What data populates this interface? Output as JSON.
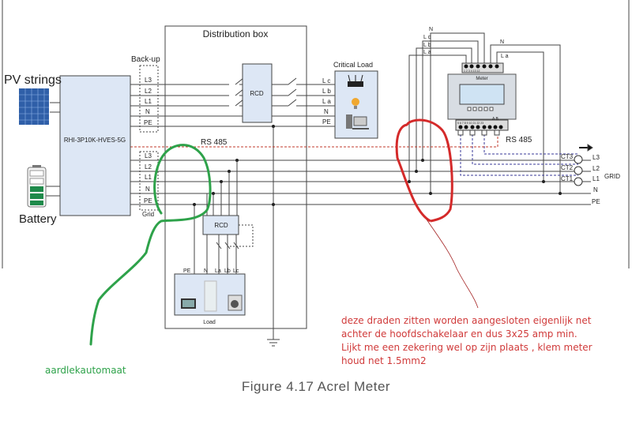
{
  "labels": {
    "pv_strings": "PV strings",
    "battery": "Battery",
    "inverter_model": "RHI-3P10K-HVES-5G",
    "distribution_box": "Distribution box",
    "backup": "Back-up",
    "grid_port": "Grid",
    "rcd": "RCD",
    "load_rcd": "RCD",
    "critical_load": "Critical Load",
    "load": "Load",
    "meter": "Meter",
    "rs485_bus": "RS 485",
    "rs485_meter": "RS 485",
    "grid": "GRID",
    "ab": "A  B",
    "backup_terminals": [
      "L3",
      "L2",
      "L1",
      "N",
      "PE"
    ],
    "grid_terminals": [
      "L3",
      "L2",
      "L1",
      "N",
      "PE"
    ],
    "critical_lines": [
      "L c",
      "L b",
      "L a",
      "N",
      "PE"
    ],
    "meter_top_wires": [
      "N",
      "L c",
      "L b",
      "L a"
    ],
    "meter_right_wires": [
      "N",
      "L a"
    ],
    "meter_top_terminals": "1 2 3 4 13 12",
    "meter_bottom_terminals": "5 6 7 8 9 10 21 22 23",
    "grid_lines": [
      "L3",
      "L2",
      "L1",
      "N",
      "PE"
    ],
    "cts": [
      "CT3",
      "CT2",
      "CT1"
    ],
    "load_wires": [
      "PE",
      "N",
      "La",
      "Lb",
      "Lc"
    ]
  },
  "annotations": {
    "red_note": [
      "deze draden zitten worden aangesloten eigenlijk net",
      "achter de hoofdschakelaar en dus 3x25 amp min.",
      "Lijkt me een zekering wel op zijn plaats , klem meter",
      "houd net 1.5mm2"
    ],
    "green_note": "aardlekautomaat"
  },
  "caption": "Figure 4.17 Acrel Meter",
  "colors": {
    "red_markup": "#d42a2a",
    "green_markup": "#2ea24a",
    "box_fill": "#dde7f5",
    "rs485": "#c0392b",
    "ct_wire": "#3a3a9a"
  }
}
